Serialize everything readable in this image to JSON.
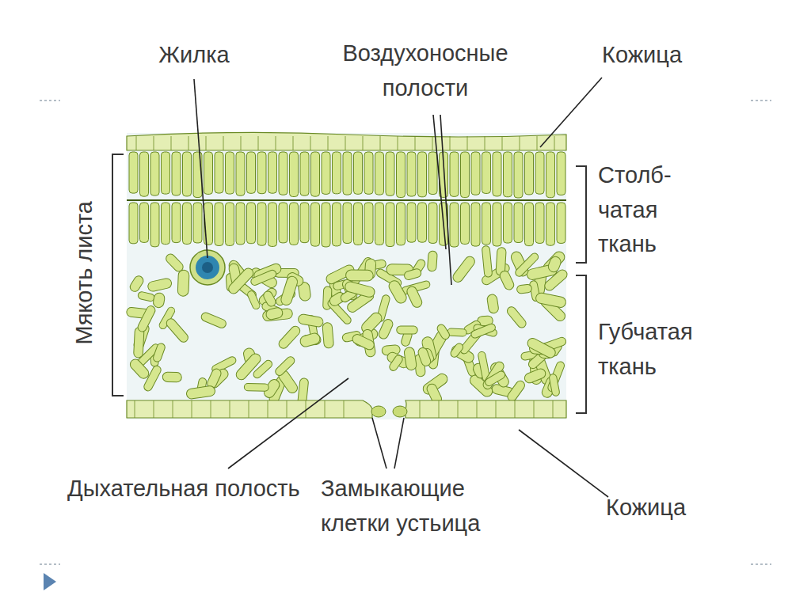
{
  "diagram": {
    "labels": [
      "Жилка",
      "Воздухоносные полости",
      "Кожица",
      "Столб- чатая ткань",
      "Губчатая ткань",
      "Мякоть листа",
      "Дыхательная полость",
      "Замыкающие клетки устьица",
      "Кожица"
    ]
  }
}
